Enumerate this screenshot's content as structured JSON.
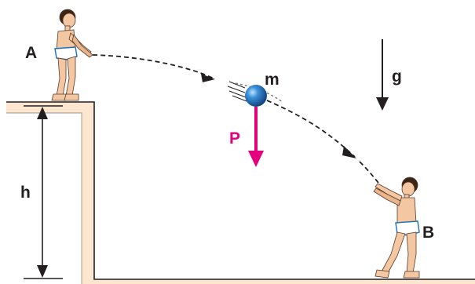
{
  "labels": {
    "point_a": "A",
    "point_b": "B",
    "mass": "m",
    "weight_force": "P",
    "gravity": "g",
    "height": "h"
  },
  "colors": {
    "ground": "#fde6cf",
    "ground_edge": "#231f20",
    "ball": "#1b6fb5",
    "force_arrow": "#e4007d",
    "trajectory": "#231f20",
    "skin": "#f2c7a1",
    "hair": "#3b2416",
    "swimsuit": "#ffffff"
  },
  "icons": {
    "boy_a": "boy-throwing-icon",
    "boy_b": "boy-catching-icon",
    "ball": "ball-icon"
  }
}
